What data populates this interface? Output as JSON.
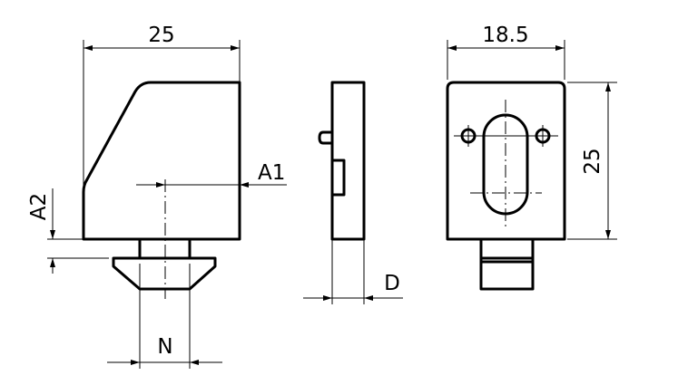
{
  "drawing": {
    "side_view_left": {
      "width_label": "25",
      "a1_label": "A1",
      "a2_label": "A2",
      "n_label": "N"
    },
    "side_view_middle": {
      "d_label": "D"
    },
    "front_view": {
      "width_label": "18.5",
      "height_label": "25"
    }
  }
}
